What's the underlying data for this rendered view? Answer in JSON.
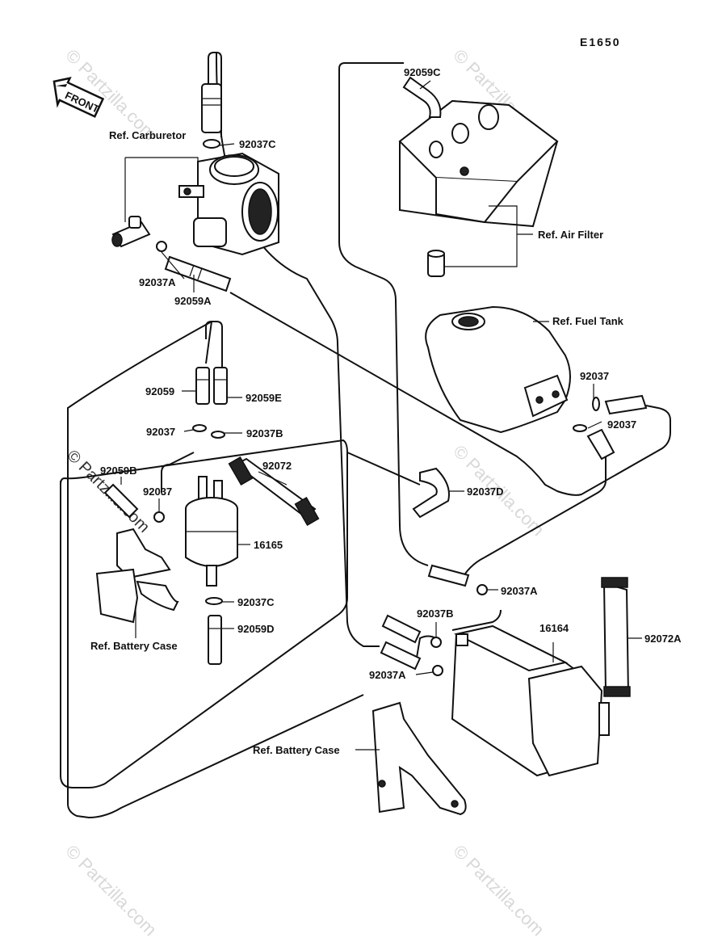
{
  "diagram_code": "E1650",
  "front_arrow": "FRONT",
  "watermark": "© Partzilla.com",
  "labels": {
    "ref_carburetor": "Ref. Carburetor",
    "p92037C_top": "92037C",
    "p92059C": "92059C",
    "ref_air_filter": "Ref. Air Filter",
    "p92037A_left": "92037A",
    "p92059A": "92059A",
    "ref_fuel_tank": "Ref. Fuel Tank",
    "p92059": "92059",
    "p92059E": "92059E",
    "p92037_right_top": "92037",
    "p92037_right_bottom": "92037",
    "p92037_left": "92037",
    "p92037B_left": "92037B",
    "p92072": "92072",
    "p92059B": "92059B",
    "p92037_case": "92037",
    "p92037D": "92037D",
    "p16165": "16165",
    "p92037A_right": "92037A",
    "ref_battery_case_left": "Ref. Battery Case",
    "p92037C_bottom": "92037C",
    "p92059D": "92059D",
    "p92037B_right": "92037B",
    "p16164": "16164",
    "p92072A": "92072A",
    "p92037A_bottom": "92037A",
    "ref_battery_case_bottom": "Ref. Battery Case"
  }
}
